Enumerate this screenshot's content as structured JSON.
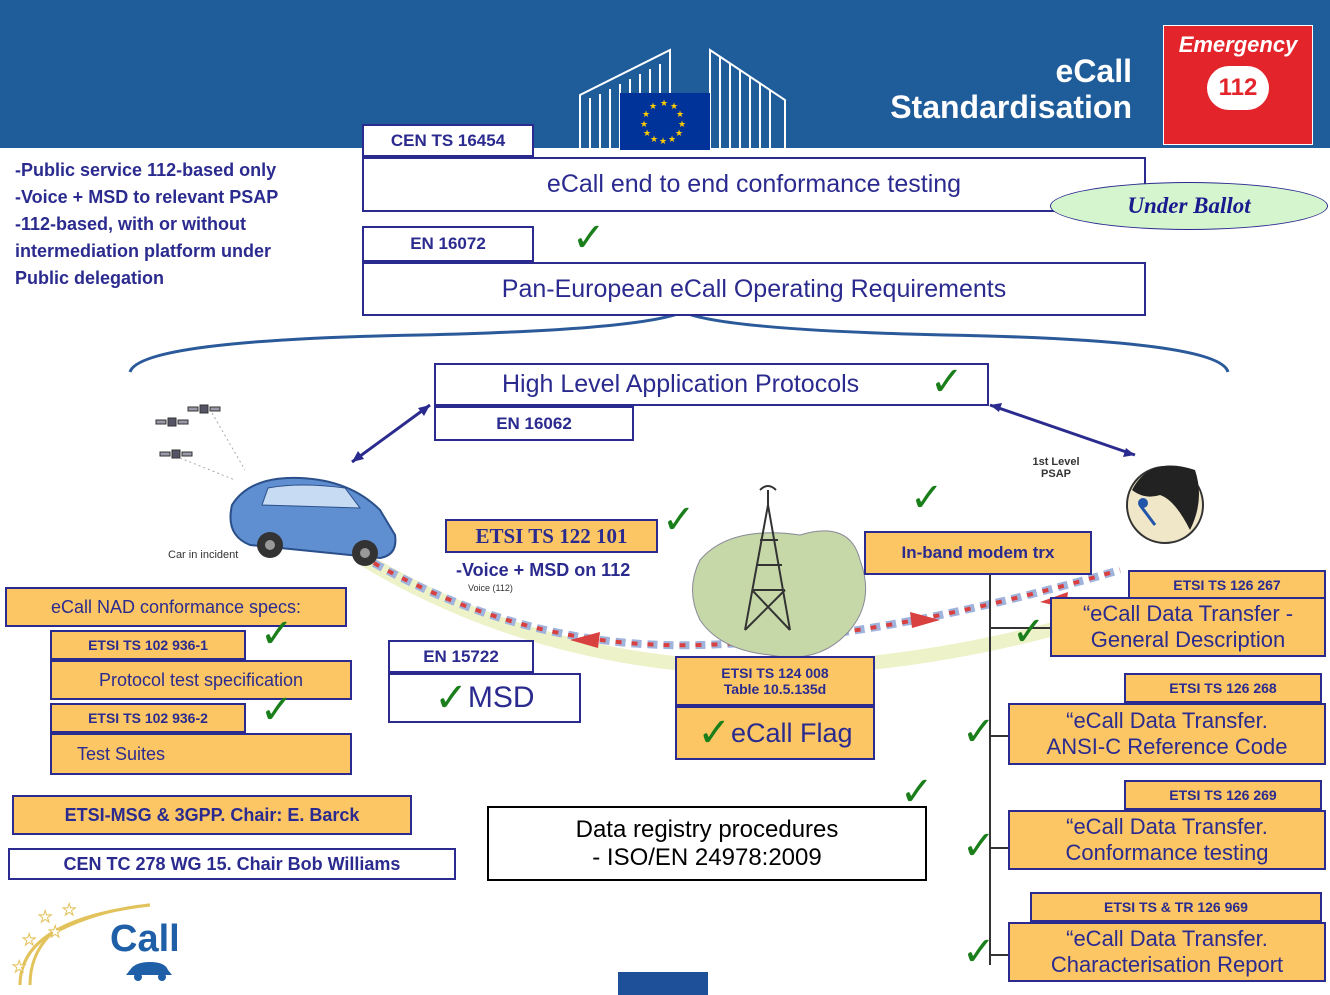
{
  "header": {
    "title_line1": "eCall",
    "title_line2": "Standardisation",
    "emergency_label": "Emergency",
    "emergency_number": "112"
  },
  "notes": [
    "-Public service 112-based only",
    "-Voice + MSD to relevant PSAP",
    "-112-based, with or without",
    "intermediation platform under",
    "Public delegation"
  ],
  "standards": {
    "cen_ts_16454": "CEN TS 16454",
    "end_to_end": "eCall end to end conformance testing",
    "under_ballot": "Under Ballot",
    "en_16072": "EN 16072",
    "operating_reqs": "Pan-European eCall Operating Requirements",
    "high_level": "High Level Application Protocols",
    "en_16062": "EN 16062",
    "etsi_122_101": "ETSI TS 122 101",
    "voice_msd_112": "-Voice + MSD on 112",
    "voice_112_small": "Voice (112)",
    "inband": "In-band modem trx",
    "en_15722": "EN 15722",
    "msd": "MSD",
    "etsi_124_008_line1": "ETSI TS 124 008",
    "etsi_124_008_line2": "Table 10.5.135d",
    "ecall_flag": "eCall Flag",
    "nad_specs": "eCall NAD conformance specs:",
    "etsi_102_936_1": "ETSI TS 102 936-1",
    "protocol_test": "Protocol test specification",
    "etsi_102_936_2": "ETSI TS 102 936-2",
    "test_suites": "Test Suites",
    "etsi_msg": "ETSI-MSG & 3GPP. Chair: E. Barck",
    "cen_tc": "CEN TC 278 WG 15. Chair Bob Williams",
    "registry_line1": "Data registry procedures",
    "registry_line2": "- ISO/EN 24978:2009",
    "etsi_126_267": "ETSI TS 126 267",
    "dt_general_1": "“eCall Data Transfer -",
    "dt_general_2": "General Description",
    "etsi_126_268": "ETSI TS 126 268",
    "dt_ansi_1": "“eCall Data Transfer.",
    "dt_ansi_2": "ANSI-C Reference Code",
    "etsi_126_269": "ETSI TS 126 269",
    "dt_conf_1": "“eCall Data Transfer.",
    "dt_conf_2": "Conformance testing",
    "etsi_126_969": "ETSI TS & TR 126 969",
    "dt_char_1": "“eCall Data Transfer.",
    "dt_char_2": "Characterisation Report"
  },
  "labels": {
    "car": "Car in incident",
    "psap_1": "1st Level",
    "psap_2": "PSAP",
    "check": "✓"
  },
  "logo": {
    "text": "Call"
  },
  "colors": {
    "banner": "#1e5c9a",
    "box_border": "#2b2b8f",
    "orange": "#fbc663",
    "check": "#1a7f1a"
  }
}
